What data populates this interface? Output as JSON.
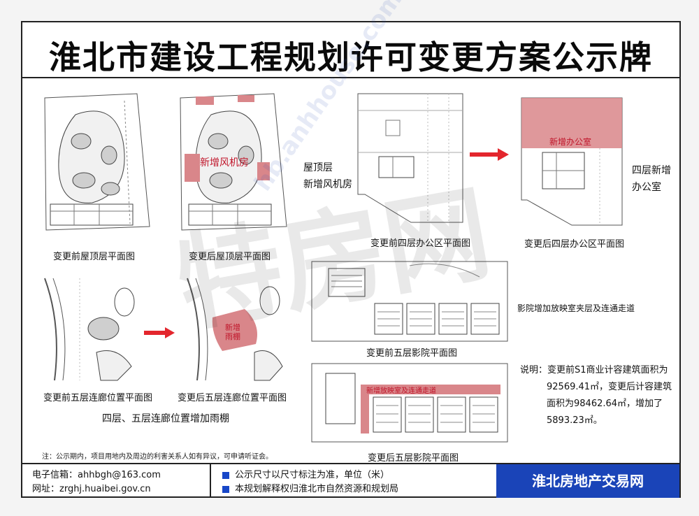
{
  "title": "淮北市建设工程规划许可变更方案公示牌",
  "plans": {
    "roof_before_caption": "变更前屋顶层平面图",
    "roof_after_caption": "变更后屋顶层平面图",
    "roof_after_highlight": "新增风机房",
    "roof_side_note": [
      "屋顶层",
      "新增风机房"
    ],
    "fourth_before_caption": "变更前四层办公区平面图",
    "fourth_after_caption": "变更后四层办公区平面图",
    "fourth_after_highlight": "新增办公室",
    "fourth_side_note": [
      "四层新增",
      "办公室"
    ],
    "corridor_before_caption": "变更前五层连廊位置平面图",
    "corridor_after_caption": "变更后五层连廊位置平面图",
    "corridor_after_highlight": [
      "新增",
      "雨棚"
    ],
    "corridor_note": "四层、五层连廊位置增加雨棚",
    "cinema_before_caption": "变更前五层影院平面图",
    "cinema_after_caption": "变更后五层影院平面图",
    "cinema_after_highlight": "新增放映室及连通走道",
    "cinema_side_note": "影院增加放映室夹层及连通走道"
  },
  "explanation": [
    "说明：变更前S1商业计容建筑面积为",
    "92569.41㎡，变更后计容建筑",
    "面积为98462.64㎡，增加了",
    "5893.23㎡。"
  ],
  "notice_line": "注：公示期内，项目用地内及周边的利害关系人如有异议，可申请听证会。",
  "footer": {
    "email": "电子信箱：ahhbgh@163.com",
    "website": "网址：zrghj.huaibei.gov.cn",
    "notice_1": "公示尺寸以尺寸标注为准，单位（米）",
    "notice_2": "本规划解释权归淮北市自然资源和规划局",
    "brand": "淮北房地产交易网"
  },
  "watermark": {
    "brand": "特房网",
    "domain": "hb.anhhouse.com"
  },
  "colors": {
    "highlight": "#d9868a",
    "arrow": "#e3262d",
    "footer_blue": "#1a44b8",
    "bullet_blue": "#1847c8"
  }
}
